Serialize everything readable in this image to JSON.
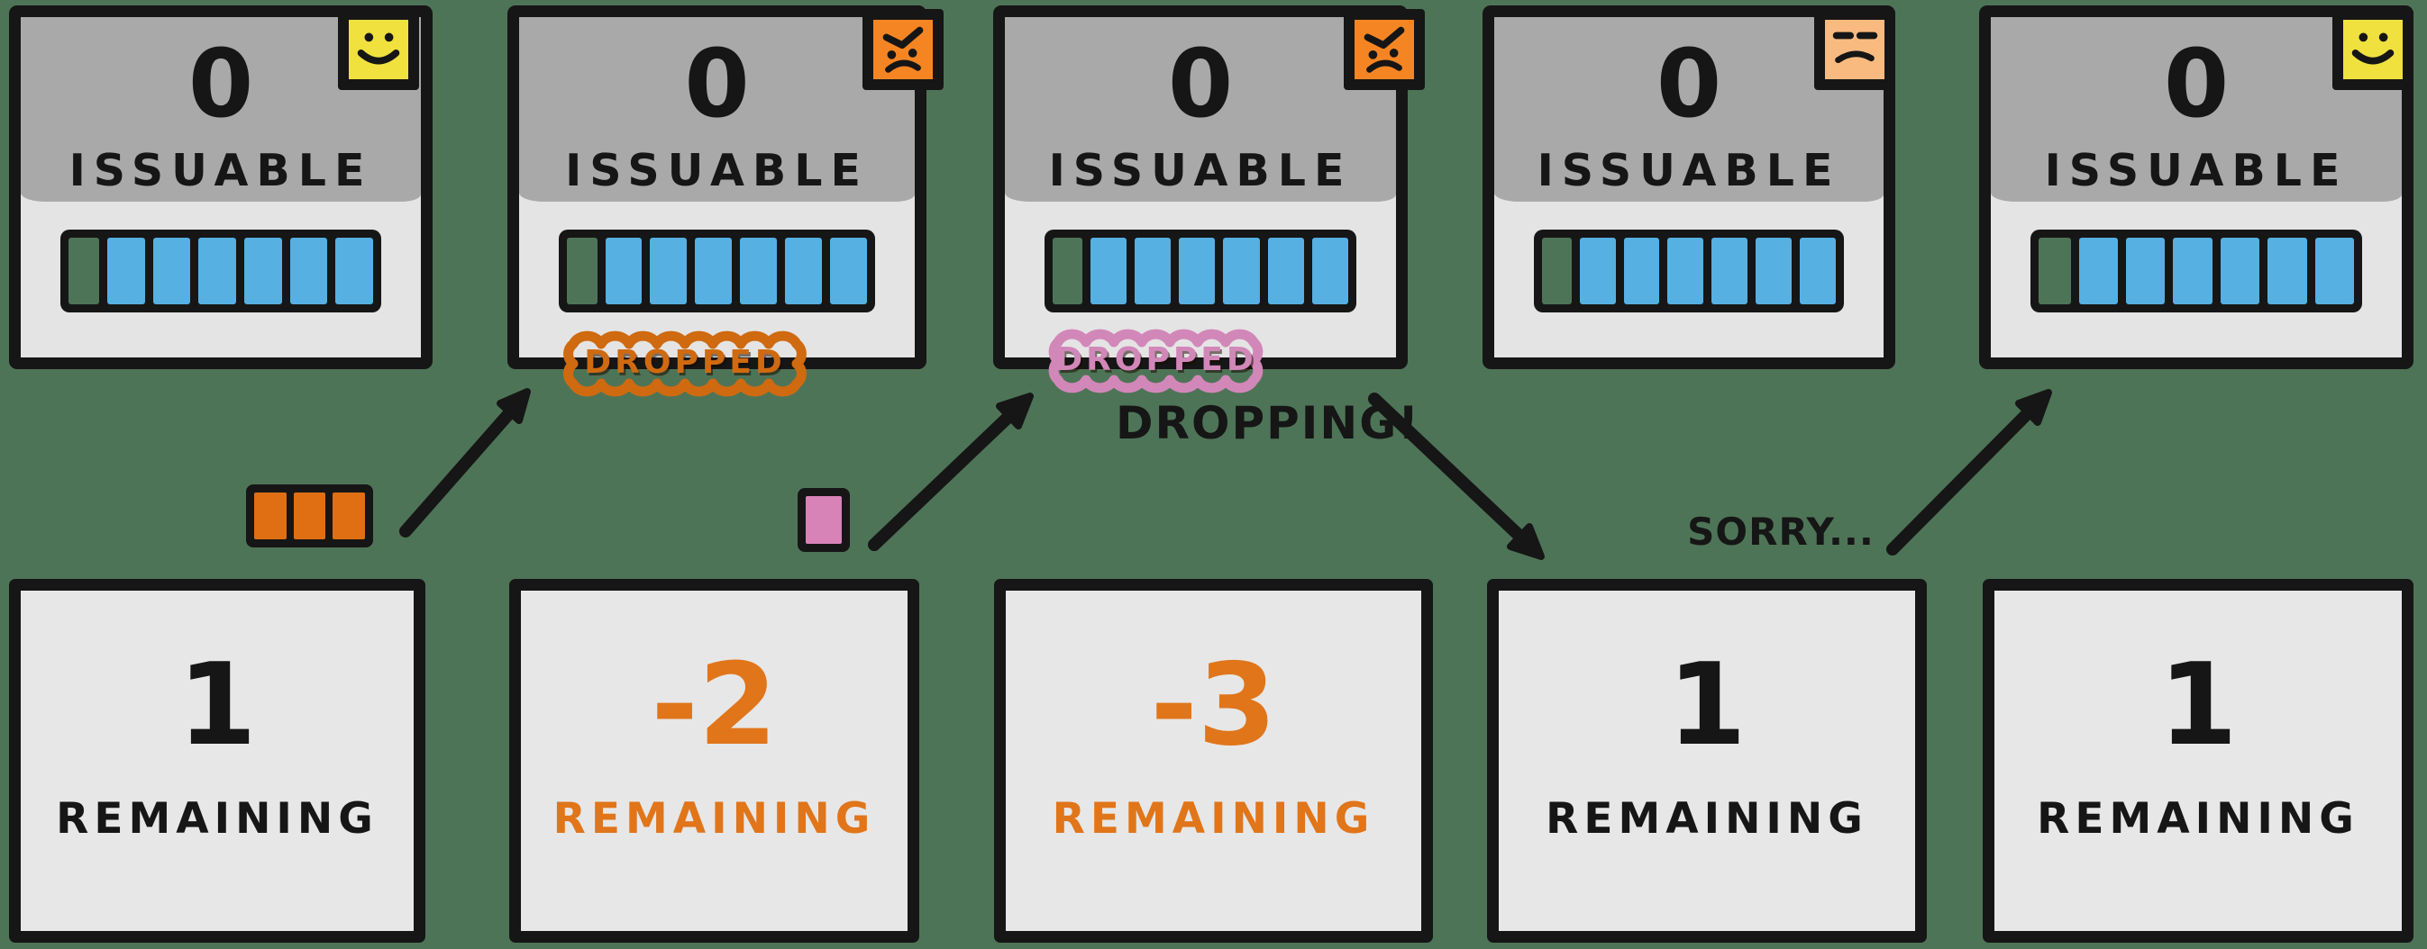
{
  "colors": {
    "background": "#4e7457",
    "ink_black": "#161616",
    "card_header_gray": "#a9a9a9",
    "card_body_gray": "#e4e4e4",
    "bottom_card_gray": "#e7e7e7",
    "bar_blue": "#56b0e2",
    "happy_yellow": "#f0e13e",
    "angry_orange": "#f58522",
    "meh_peach": "#f9ba80",
    "sticker_orange": "#cf6a10",
    "sticker_pink": "#d287b9",
    "negative_orange": "#e0751a",
    "mini_bar_orange": "#df6f12",
    "mini_bar_pink": "#d783b8"
  },
  "top_cards": [
    {
      "count": "0",
      "label": "ISSUABLE",
      "mood": "happy",
      "bar_total_cells": 7,
      "bar_filled_blue": 6,
      "bar_empty": 1
    },
    {
      "count": "0",
      "label": "ISSUABLE",
      "mood": "angry",
      "bar_total_cells": 7,
      "bar_filled_blue": 6,
      "bar_empty": 1
    },
    {
      "count": "0",
      "label": "ISSUABLE",
      "mood": "angry",
      "bar_total_cells": 7,
      "bar_filled_blue": 6,
      "bar_empty": 1
    },
    {
      "count": "0",
      "label": "ISSUABLE",
      "mood": "meh",
      "bar_total_cells": 7,
      "bar_filled_blue": 6,
      "bar_empty": 1
    },
    {
      "count": "0",
      "label": "ISSUABLE",
      "mood": "happy",
      "bar_total_cells": 7,
      "bar_filled_blue": 6,
      "bar_empty": 1
    }
  ],
  "bottom_cards": [
    {
      "count": "1",
      "label": "REMAINING",
      "negative": false
    },
    {
      "count": "-2",
      "label": "REMAINING",
      "negative": true
    },
    {
      "count": "-3",
      "label": "REMAINING",
      "negative": true
    },
    {
      "count": "1",
      "label": "REMAINING",
      "negative": false
    },
    {
      "count": "1",
      "label": "REMAINING",
      "negative": false
    }
  ],
  "stickers": [
    {
      "text": "DROPPED",
      "color": "#cf6a10",
      "position": "below-card-2"
    },
    {
      "text": "DROPPED",
      "color": "#d287b9",
      "position": "below-card-3"
    }
  ],
  "annotations": {
    "dropping": "DROPPING!",
    "sorry": "SORRY..."
  },
  "mini_bars": [
    {
      "cells": 3,
      "color": "#df6f12",
      "position": "between-cards-1-2"
    },
    {
      "cells": 1,
      "color": "#d783b8",
      "position": "between-cards-2-3"
    }
  ]
}
